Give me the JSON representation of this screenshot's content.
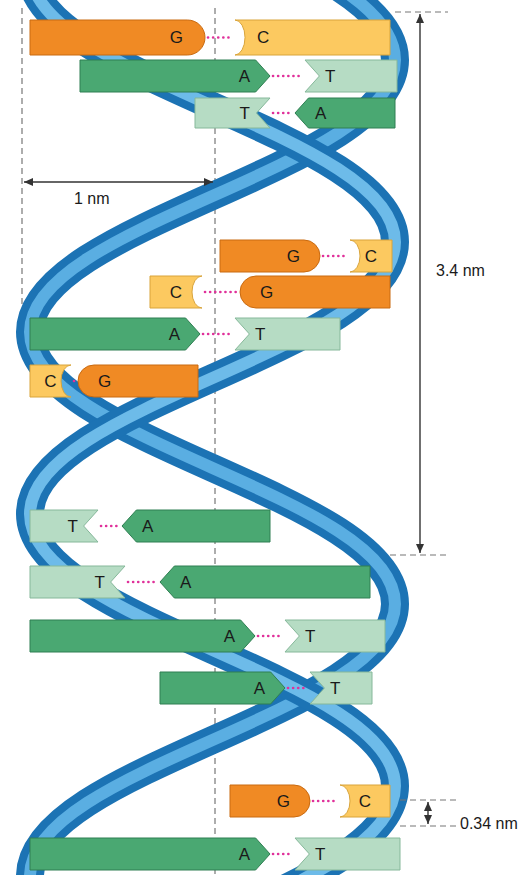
{
  "diagram": {
    "nodes": [
      {
        "text": [
          "G"
        ]
      },
      {
        "text": [
          "C"
        ]
      },
      {
        "text": [
          "A"
        ]
      },
      {
        "text": [
          "T"
        ]
      },
      {
        "text": [
          "T"
        ]
      },
      {
        "text": [
          "A"
        ]
      },
      {
        "text": [
          "G"
        ]
      },
      {
        "text": [
          "C"
        ]
      },
      {
        "text": [
          "C"
        ]
      },
      {
        "text": [
          "G"
        ]
      },
      {
        "text": [
          "A"
        ]
      },
      {
        "text": [
          "T"
        ]
      },
      {
        "text": [
          "C"
        ]
      },
      {
        "text": [
          "G"
        ]
      },
      {
        "text": [
          "T"
        ]
      },
      {
        "text": [
          "A"
        ]
      },
      {
        "text": [
          "T"
        ]
      },
      {
        "text": [
          "A"
        ]
      },
      {
        "text": [
          "A"
        ]
      },
      {
        "text": [
          "T"
        ]
      },
      {
        "text": [
          "A"
        ]
      },
      {
        "text": [
          "T"
        ]
      },
      {
        "text": [
          "G"
        ]
      },
      {
        "text": [
          "C"
        ]
      },
      {
        "text": [
          "A"
        ]
      },
      {
        "text": [
          "T"
        ]
      }
    ],
    "edges": [
      {
        "from": 0,
        "to": 1,
        "arrow": "none"
      },
      {
        "from": 2,
        "to": 3,
        "arrow": "none"
      },
      {
        "from": 4,
        "to": 5,
        "arrow": "none"
      },
      {
        "from": 6,
        "to": 7,
        "arrow": "none"
      },
      {
        "from": 8,
        "to": 9,
        "arrow": "none"
      },
      {
        "from": 10,
        "to": 11,
        "arrow": "none"
      },
      {
        "from": 12,
        "to": 13,
        "arrow": "none"
      },
      {
        "from": 14,
        "to": 15,
        "arrow": "none"
      },
      {
        "from": 16,
        "to": 17,
        "arrow": "none"
      },
      {
        "from": 18,
        "to": 19,
        "arrow": "none"
      },
      {
        "from": 20,
        "to": 21,
        "arrow": "none"
      },
      {
        "from": 22,
        "to": 23,
        "arrow": "none"
      },
      {
        "from": 24,
        "to": 25,
        "arrow": "none"
      }
    ],
    "labels": [
      "1 nm",
      "3.4 nm",
      "0.34 nm"
    ]
  }
}
